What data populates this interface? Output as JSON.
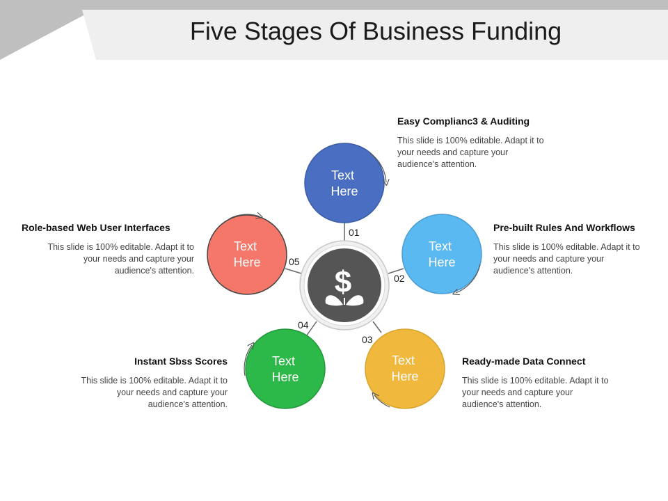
{
  "title": "Five Stages Of Business Funding",
  "center_icon": "dollar-leaf-icon",
  "stages": [
    {
      "number": "01",
      "circle_line1": "Text",
      "circle_line2": "Here",
      "color": "#4a6fc2",
      "heading": "Easy Complianc3 & Auditing",
      "description": "This slide is 100% editable. Adapt it to your needs and capture your audience's attention."
    },
    {
      "number": "02",
      "circle_line1": "Text",
      "circle_line2": "Here",
      "color": "#5bb9f2",
      "heading": "Pre-built Rules And Workflows",
      "description": "This slide is 100% editable. Adapt it to your needs and capture your audience's attention."
    },
    {
      "number": "03",
      "circle_line1": "Text",
      "circle_line2": "Here",
      "color": "#f0b93e",
      "heading": "Ready-made Data Connect",
      "description": "This slide is 100% editable. Adapt it to your needs and capture your audience's attention."
    },
    {
      "number": "04",
      "circle_line1": "Text",
      "circle_line2": "Here",
      "color": "#2db84a",
      "heading": "Instant Sbss Scores",
      "description": "This slide is 100% editable. Adapt it to your needs and capture your audience's attention."
    },
    {
      "number": "05",
      "circle_line1": "Text",
      "circle_line2": "Here",
      "color": "#f4776a",
      "heading": "Role-based Web User Interfaces",
      "description": "This slide is 100% editable. Adapt it to your needs and capture your audience's attention."
    }
  ]
}
